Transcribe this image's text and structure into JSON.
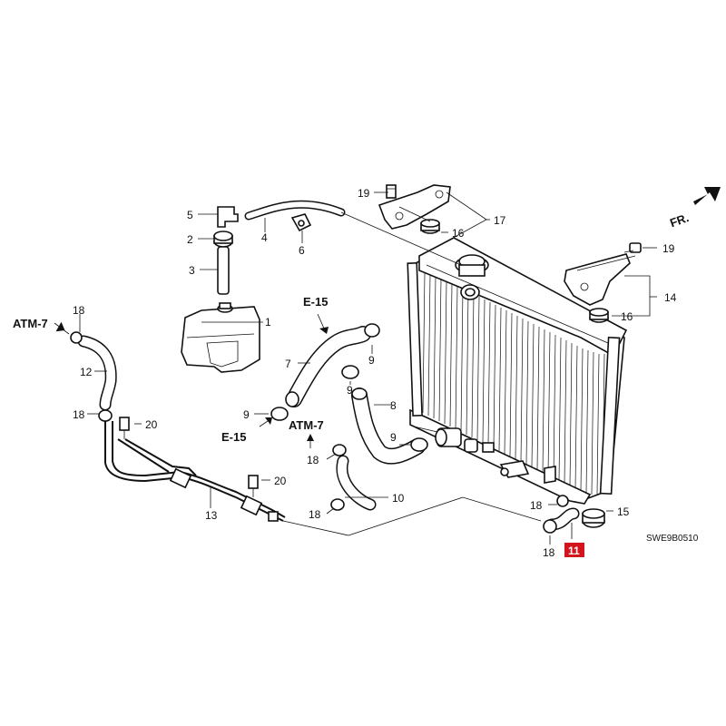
{
  "diagram": {
    "code": "SWE9B0510",
    "direction_label": "FR.",
    "highlight_color": "#d4141c",
    "callouts": {
      "p1": "1",
      "p2": "2",
      "p3": "3",
      "p4": "4",
      "p5": "5",
      "p6": "6",
      "p7": "7",
      "p8": "8",
      "p9a": "9",
      "p9b": "9",
      "p9c": "9",
      "p9d": "9",
      "p10": "10",
      "p11": "11",
      "p12": "12",
      "p13": "13",
      "p14": "14",
      "p15": "15",
      "p16a": "16",
      "p16b": "16",
      "p17": "17",
      "p18a": "18",
      "p18b": "18",
      "p18c": "18",
      "p18d": "18",
      "p18e": "18",
      "p18f": "18",
      "p19a": "19",
      "p19b": "19",
      "p20a": "20",
      "p20b": "20"
    },
    "references": {
      "atm7_left": "ATM-7",
      "atm7_mid": "ATM-7",
      "e15_top": "E-15",
      "e15_bottom": "E-15"
    }
  }
}
